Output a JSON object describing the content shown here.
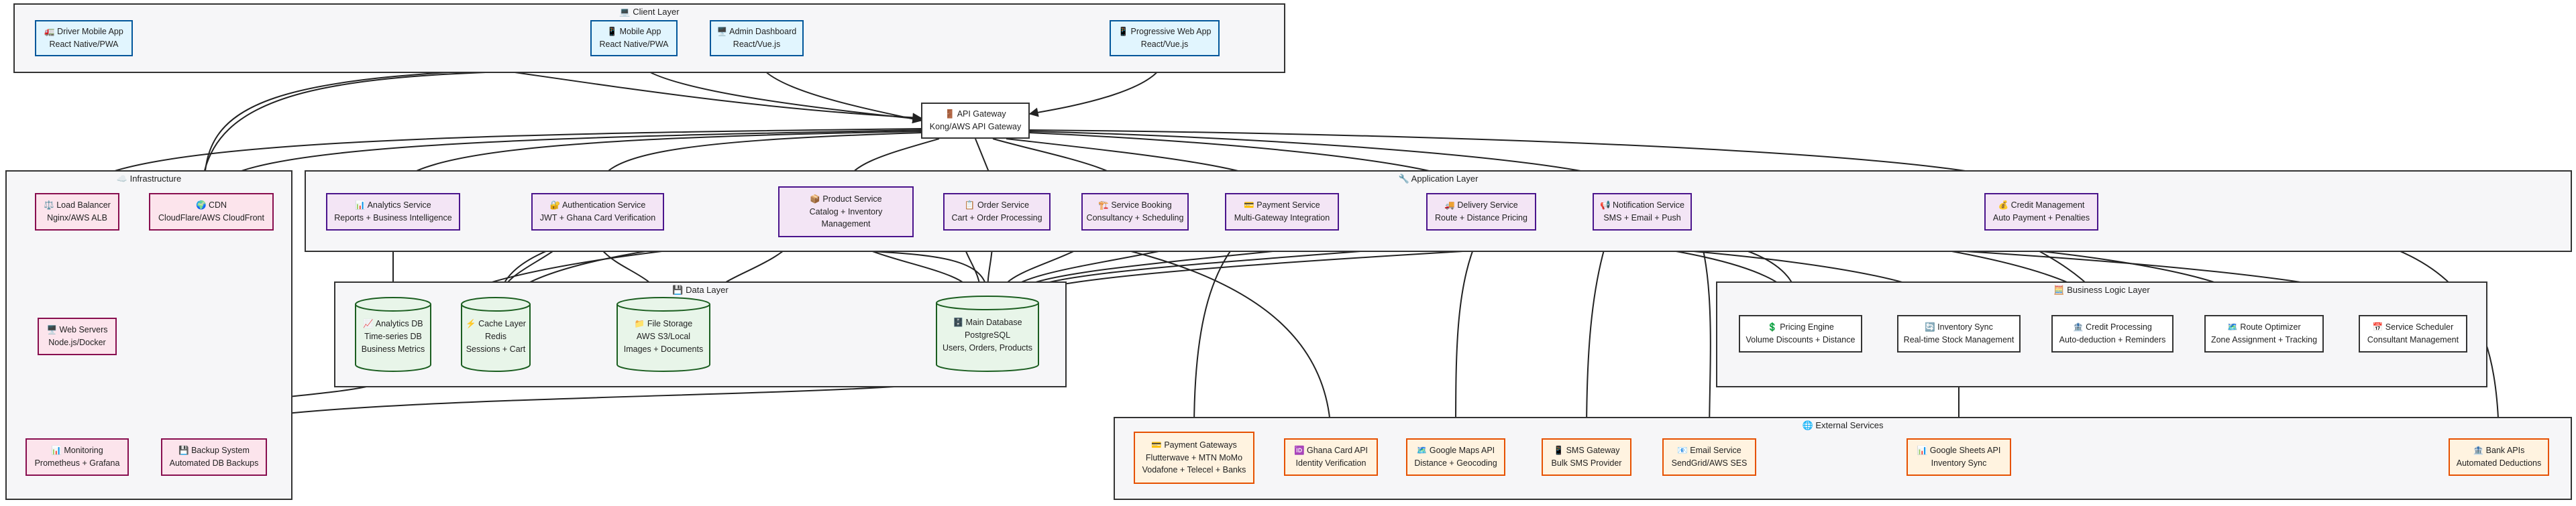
{
  "groups": {
    "client": "💻 Client Layer",
    "infra": "☁️ Infrastructure",
    "app": "🔧 Application Layer",
    "data": "💾 Data Layer",
    "logic": "🧮 Business Logic Layer",
    "ext": "🌐 External Services"
  },
  "clients": {
    "driver": [
      "🚛 Driver Mobile App",
      "React Native/PWA"
    ],
    "mobile": [
      "📱 Mobile App",
      "React Native/PWA"
    ],
    "admin": [
      "🖥️ Admin Dashboard",
      "React/Vue.js"
    ],
    "pwa": [
      "📱 Progressive Web App",
      "React/Vue.js"
    ]
  },
  "gateway": [
    "🚪 API Gateway",
    "Kong/AWS API Gateway"
  ],
  "infra": {
    "lb": [
      "⚖️ Load Balancer",
      "Nginx/AWS ALB"
    ],
    "cdn": [
      "🌍 CDN",
      "CloudFlare/AWS CloudFront"
    ],
    "web": [
      "🖥️ Web Servers",
      "Node.js/Docker"
    ],
    "mon": [
      "📊 Monitoring",
      "Prometheus + Grafana"
    ],
    "backup": [
      "💾 Backup System",
      "Automated DB Backups"
    ]
  },
  "services": {
    "analytics": [
      "📊 Analytics Service",
      "Reports + Business Intelligence"
    ],
    "auth": [
      "🔐 Authentication Service",
      "JWT + Ghana Card Verification"
    ],
    "product": [
      "📦 Product Service",
      "Catalog + Inventory",
      "Management"
    ],
    "order": [
      "📋 Order Service",
      "Cart + Order Processing"
    ],
    "booking": [
      "🏗️ Service Booking",
      "Consultancy + Scheduling"
    ],
    "payment": [
      "💳 Payment Service",
      "Multi-Gateway Integration"
    ],
    "delivery": [
      "🚚 Delivery Service",
      "Route + Distance Pricing"
    ],
    "notify": [
      "📢 Notification Service",
      "SMS + Email + Push"
    ],
    "credit": [
      "💰 Credit Management",
      "Auto Payment + Penalties"
    ]
  },
  "data": {
    "analyticsdb": [
      "📈 Analytics DB",
      "Time-series DB",
      "Business Metrics"
    ],
    "cache": [
      "⚡ Cache Layer",
      "Redis",
      "Sessions + Cart"
    ],
    "files": [
      "📁 File Storage",
      "AWS S3/Local",
      "Images + Documents"
    ],
    "maindb": [
      "🗄️ Main Database",
      "PostgreSQL",
      "Users, Orders, Products"
    ]
  },
  "logic": {
    "pricing": [
      "💲 Pricing Engine",
      "Volume Discounts + Distance"
    ],
    "invsync": [
      "🔄 Inventory Sync",
      "Real-time Stock Management"
    ],
    "creditproc": [
      "🏦 Credit Processing",
      "Auto-deduction + Reminders"
    ],
    "route": [
      "🗺️ Route Optimizer",
      "Zone Assignment + Tracking"
    ],
    "sched": [
      "📅 Service Scheduler",
      "Consultant Management"
    ]
  },
  "external": {
    "paygw": [
      "💳 Payment Gateways",
      "Flutterwave + MTN MoMo",
      "Vodafone + Telecel + Banks"
    ],
    "ghana": [
      "🆔 Ghana Card API",
      "Identity Verification"
    ],
    "maps": [
      "🗺️ Google Maps API",
      "Distance + Geocoding"
    ],
    "sms": [
      "📱 SMS Gateway",
      "Bulk SMS Provider"
    ],
    "email": [
      "📧 Email Service",
      "SendGrid/AWS SES"
    ],
    "sheets": [
      "📊 Google Sheets API",
      "Inventory Sync"
    ],
    "bank": [
      "🏦 Bank APIs",
      "Automated Deductions"
    ]
  }
}
